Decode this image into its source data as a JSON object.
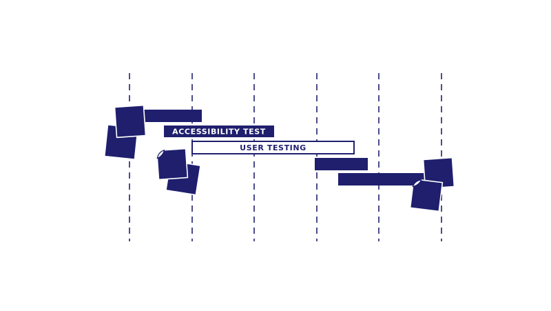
{
  "colors": {
    "navy": "#1f1f6e",
    "background": "#ffffff",
    "label_on_fill": "#ffffff"
  },
  "timeline": {
    "columns": 6,
    "bars": [
      {
        "label": "",
        "style": "filled"
      },
      {
        "label": "ACCESSIBILITY TEST",
        "style": "filled"
      },
      {
        "label": "USER TESTING",
        "style": "outlined"
      },
      {
        "label": "",
        "style": "filled"
      },
      {
        "label": "",
        "style": "filled"
      }
    ]
  },
  "icons": {
    "sticky_note": "sticky-note-icon"
  }
}
